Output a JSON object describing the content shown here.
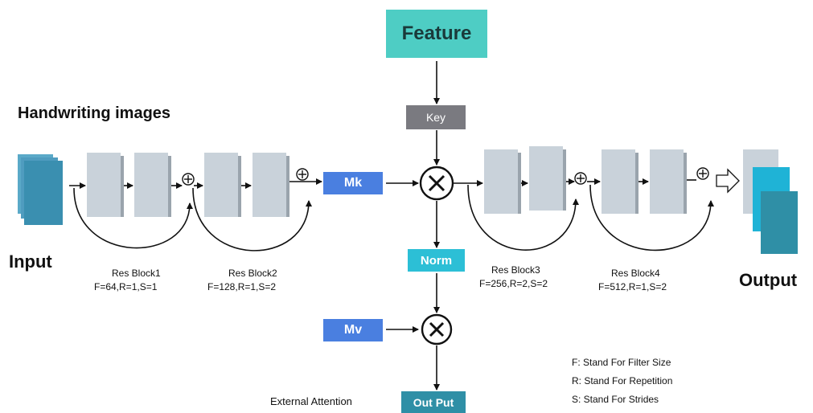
{
  "feature_label": "Feature",
  "key_label": "Key",
  "mk_label": "Mk",
  "mv_label": "Mv",
  "norm_label": "Norm",
  "output_box_label": "Out Put",
  "handwriting_label": "Handwriting images",
  "input_label": "Input",
  "output_label": "Output",
  "external_attention_label": "External Attention",
  "res_blocks": [
    {
      "name": "Res Block1",
      "params": "F=64,R=1,S=1"
    },
    {
      "name": "Res Block2",
      "params": "F=128,R=1,S=2"
    },
    {
      "name": "Res Block3",
      "params": "F=256,R=2,S=2"
    },
    {
      "name": "Res Block4",
      "params": "F=512,R=1,S=2"
    }
  ],
  "legend": [
    "F: Stand For Filter Size",
    "R: Stand For Repetition",
    "S: Stand For Strides"
  ],
  "colors": {
    "feature": "#4ecdc4",
    "key": "#7a7a80",
    "mk_mv": "#4a7fe0",
    "norm": "#2cbfd6",
    "outbox": "#2f8fa6",
    "input_stack": "#3a8fb0",
    "output_stack": "#1fb3d6",
    "layer": "#c9d2da"
  }
}
